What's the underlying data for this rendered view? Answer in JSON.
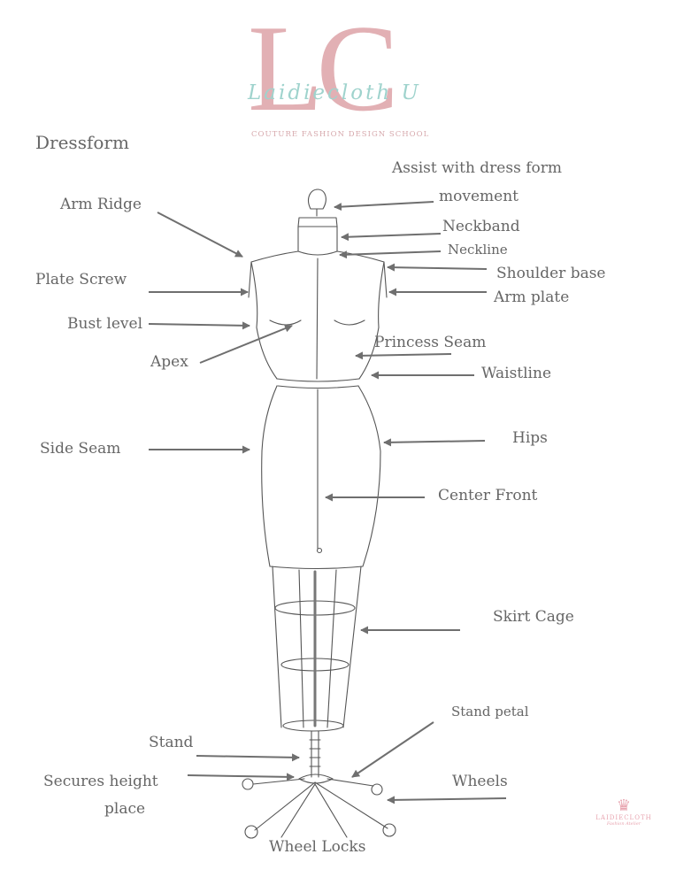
{
  "logo": {
    "letters": "LC",
    "script": "Laidiecloth U",
    "subtitle": "COUTURE FASHION DESIGN SCHOOL",
    "color": "#e2b0b4",
    "script_color": "#9fd3cd"
  },
  "title": "Dressform",
  "labels": {
    "assist_line1": "Assist with dress form",
    "assist_line2": "movement",
    "arm_ridge": "Arm Ridge",
    "neckband": "Neckband",
    "neckline": "Neckline",
    "shoulder_base": "Shoulder base",
    "plate_screw": "Plate Screw",
    "arm_plate": "Arm plate",
    "bust_level": "Bust level",
    "princess_seam": "Princess Seam",
    "apex": "Apex",
    "waistline": "Waistline",
    "side_seam": "Side Seam",
    "hips": "Hips",
    "center_front": "Center Front",
    "skirt_cage": "Skirt Cage",
    "stand_petal": "Stand petal",
    "stand": "Stand",
    "secures_line1": "Secures height",
    "secures_line2": "place",
    "wheels": "Wheels",
    "wheel_locks": "Wheel Locks"
  },
  "badge": {
    "icon": "crown-icon",
    "text": "LAIDIECLOTH",
    "sub": "Fashion Atelier"
  }
}
